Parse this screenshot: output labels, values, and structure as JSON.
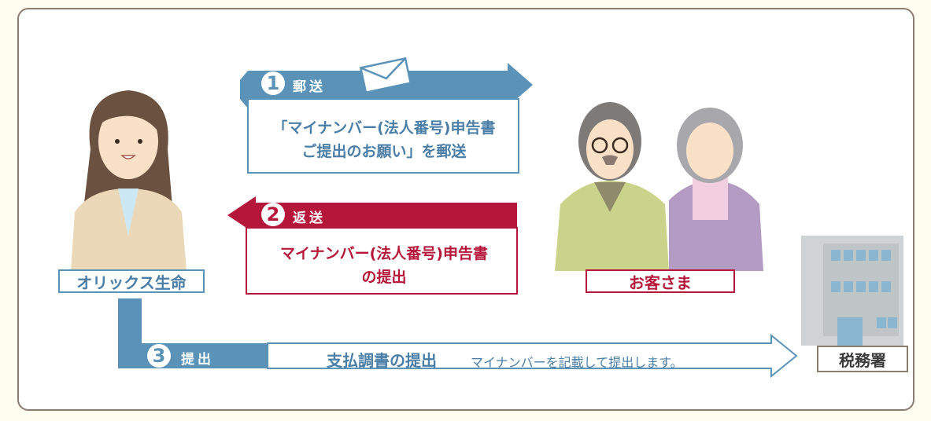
{
  "colors": {
    "blue": "#5b93b8",
    "red": "#b5173a",
    "gray_text": "#3a3a3a",
    "blue_text": "#4a7ea6"
  },
  "actors": {
    "company": "オリックス生命",
    "customer": "お客さま",
    "tax_office": "税務署"
  },
  "steps": [
    {
      "number": "1",
      "label": "郵送",
      "text_line1": "「マイナンバー(法人番号)申告書",
      "text_line2": "ご提出のお願い」を郵送",
      "icon": "envelope-icon"
    },
    {
      "number": "2",
      "label": "返送",
      "text_line1": "マイナンバー(法人番号)申告書",
      "text_line2": "の提出"
    },
    {
      "number": "3",
      "label": "提出",
      "main_text": "支払調書の提出",
      "sub_text": "マイナンバーを記載して提出します。"
    }
  ]
}
